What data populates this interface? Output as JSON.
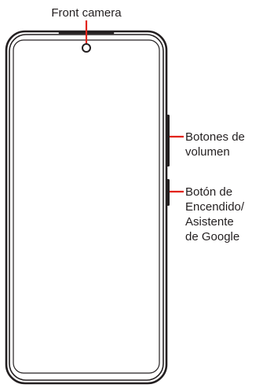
{
  "labels": {
    "front_camera": "Front camera",
    "volume_buttons": [
      "Botones de",
      "volumen"
    ],
    "power_button": [
      "Botón de",
      "Encendido/",
      "Asistente",
      "de Google"
    ]
  },
  "colors": {
    "outline": "#231f20",
    "callout": "#e2231a",
    "background": "#ffffff"
  },
  "icons": {
    "camera": "camera-lens-icon"
  }
}
